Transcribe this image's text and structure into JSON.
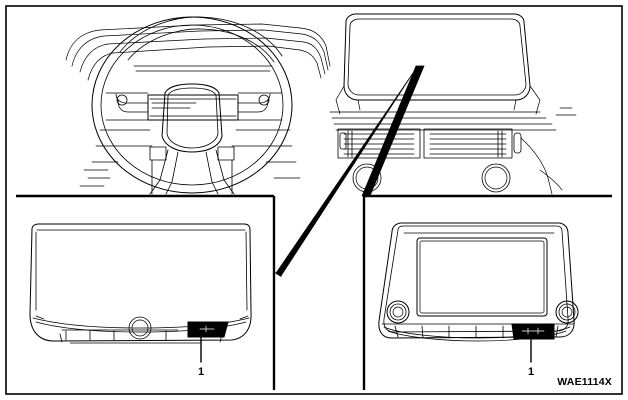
{
  "figure": {
    "code": "WAE1114X",
    "type": "automotive-service-diagram",
    "description": "Instrument panel illustration showing steering wheel, combination meter and center display audio unit, with enlarged detail views of the combination meter and display audio unit below",
    "line_color": "#000000",
    "background_color": "#ffffff"
  },
  "callouts": [
    {
      "id": "left-callout",
      "label": "1",
      "points_to": "combination-meter-connector"
    },
    {
      "id": "right-callout",
      "label": "1",
      "points_to": "display-audio-connector"
    }
  ],
  "upper_view": {
    "name": "instrument-panel-overview",
    "parts": [
      {
        "name": "steering-wheel",
        "label": ""
      },
      {
        "name": "combination-meter-hood",
        "label": ""
      },
      {
        "name": "center-display",
        "label": ""
      },
      {
        "name": "air-vent-left",
        "label": ""
      },
      {
        "name": "air-vent-right",
        "label": ""
      },
      {
        "name": "control-knob-left",
        "label": ""
      },
      {
        "name": "control-knob-right",
        "label": ""
      }
    ]
  },
  "detail_left": {
    "name": "combination-meter-detail",
    "parts": [
      {
        "name": "meter-housing",
        "label": ""
      },
      {
        "name": "meter-center-button",
        "label": ""
      },
      {
        "name": "meter-connector",
        "label": ""
      }
    ]
  },
  "detail_right": {
    "name": "display-audio-detail",
    "parts": [
      {
        "name": "display-bezel",
        "label": ""
      },
      {
        "name": "display-screen",
        "label": ""
      },
      {
        "name": "rotary-knob-left",
        "label": ""
      },
      {
        "name": "rotary-knob-right",
        "label": ""
      },
      {
        "name": "button-row",
        "label": ""
      },
      {
        "name": "display-connector",
        "label": ""
      }
    ]
  }
}
